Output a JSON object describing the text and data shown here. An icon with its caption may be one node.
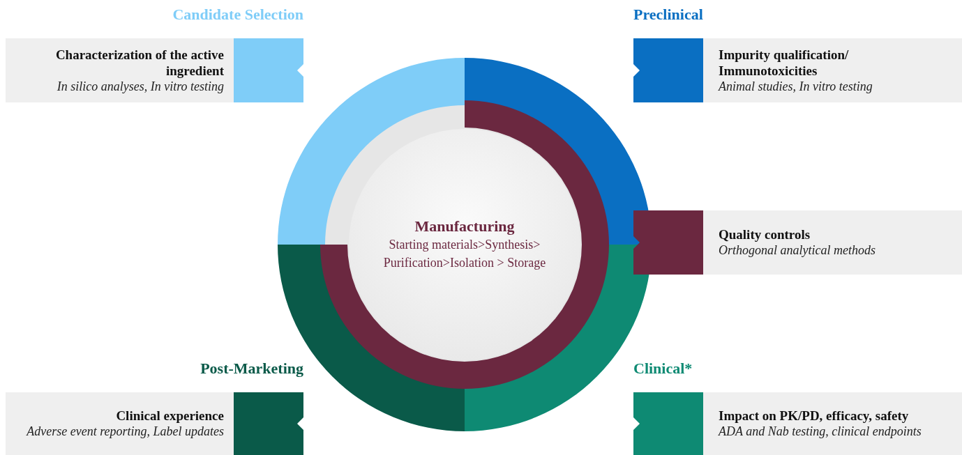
{
  "diagram": {
    "nodes": [
      {
        "text": [
          "Candidate Selection",
          "Characterization of the active ingredient",
          "In silico analyses, In vitro testing"
        ]
      },
      {
        "text": [
          "Preclinical",
          "Impurity qualification/ Immunotoxicities",
          "Animal studies, In vitro testing"
        ]
      },
      {
        "text": [
          "Quality controls",
          "Orthogonal analytical methods"
        ]
      },
      {
        "text": [
          "Post-Marketing",
          "Clinical experience",
          "Adverse event reporting, Label updates"
        ]
      },
      {
        "text": [
          "Clinical*",
          "Impact on PK/PD, efficacy, safety",
          "ADA and Nab testing, clinical endpoints"
        ]
      },
      {
        "text": [
          "Manufacturing",
          "Starting materials>Synthesis> Purification>Isolation > Storage"
        ]
      }
    ],
    "edges": []
  }
}
